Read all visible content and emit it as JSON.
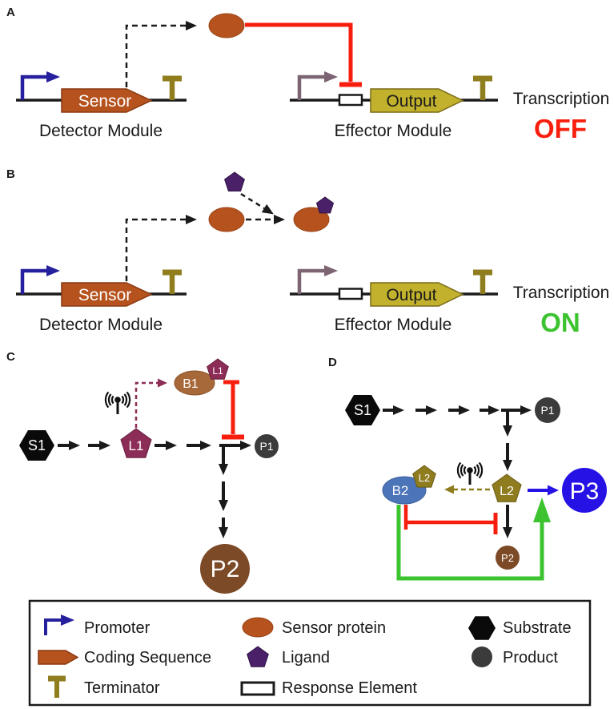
{
  "figure": {
    "panel_a": {
      "label": "A",
      "sensor_gene": "Sensor",
      "detector_module": "Detector Module",
      "output_gene": "Output",
      "effector_module": "Effector Module",
      "transcription": "Transcription",
      "state": "OFF"
    },
    "panel_b": {
      "label": "B",
      "sensor_gene": "Sensor",
      "detector_module": "Detector Module",
      "output_gene": "Output",
      "effector_module": "Effector Module",
      "transcription": "Transcription",
      "state": "ON"
    },
    "panel_c": {
      "label": "C",
      "substrate": "S1",
      "ligand": "L1",
      "biosensor": "B1",
      "bound_ligand": "L1",
      "product1": "P1",
      "product2": "P2"
    },
    "panel_d": {
      "label": "D",
      "substrate": "S1",
      "product1": "P1",
      "ligand": "L2",
      "biosensor": "B2",
      "bound_ligand": "L2",
      "product2": "P2",
      "product3": "P3"
    }
  },
  "legend": {
    "items": [
      {
        "icon": "promoter-icon",
        "label": "Promoter"
      },
      {
        "icon": "coding-sequence-icon",
        "label": "Coding Sequence"
      },
      {
        "icon": "terminator-icon",
        "label": "Terminator"
      },
      {
        "icon": "sensor-protein-icon",
        "label": "Sensor protein"
      },
      {
        "icon": "ligand-icon",
        "label": "Ligand"
      },
      {
        "icon": "response-element-icon",
        "label": "Response Element"
      },
      {
        "icon": "substrate-icon",
        "label": "Substrate"
      },
      {
        "icon": "product-icon",
        "label": "Product"
      }
    ]
  },
  "icons": {
    "signal": "wireless-signal-antenna-icon"
  },
  "colors": {
    "promoter_blue": "#26209E",
    "promoter_gray": "#7D6472",
    "coding_sequence": "#B5521E",
    "sensor_protein": "#B5521E",
    "output_gene": "#C2B12D",
    "terminator": "#8F7D1E",
    "ligand_purple": "#4A2068",
    "inhibition_red": "#F81E0E",
    "activation_green": "#3CC32F",
    "off_red": "#F81E0E",
    "on_green": "#3CC32F",
    "l1_maroon": "#8B2D56",
    "b1_brown": "#A8693A",
    "b2_blue": "#4C74B8",
    "l2_olive": "#8E7C1F",
    "p1_gray": "#3B3B3B",
    "p2_brown": "#7C4A26",
    "p3_blue": "#2612E5",
    "substrate_black": "#0A0A0A",
    "line_black": "#1A1A1A"
  }
}
